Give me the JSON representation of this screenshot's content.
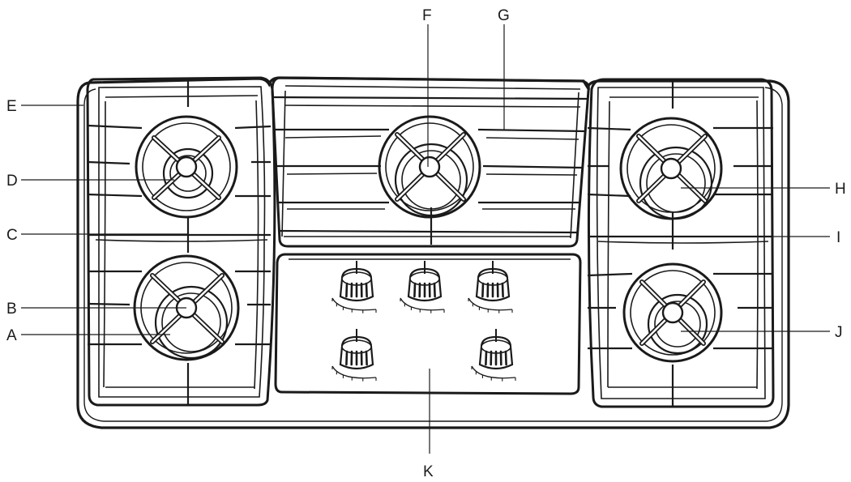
{
  "diagram": {
    "callouts": [
      {
        "key": "E",
        "label": "E"
      },
      {
        "key": "D",
        "label": "D"
      },
      {
        "key": "C",
        "label": "C"
      },
      {
        "key": "B",
        "label": "B"
      },
      {
        "key": "A",
        "label": "A"
      },
      {
        "key": "F",
        "label": "F"
      },
      {
        "key": "G",
        "label": "G"
      },
      {
        "key": "H",
        "label": "H"
      },
      {
        "key": "I",
        "label": "I"
      },
      {
        "key": "J",
        "label": "J"
      },
      {
        "key": "K",
        "label": "K"
      }
    ],
    "burners": [
      {
        "name": "left-rear"
      },
      {
        "name": "left-front"
      },
      {
        "name": "center"
      },
      {
        "name": "right-rear"
      },
      {
        "name": "right-front"
      }
    ],
    "knobs": [
      {
        "name": "knob-1"
      },
      {
        "name": "knob-2"
      },
      {
        "name": "knob-3"
      },
      {
        "name": "knob-4"
      },
      {
        "name": "knob-5"
      }
    ],
    "line_color": "#1a1a1a",
    "background": "#ffffff"
  }
}
